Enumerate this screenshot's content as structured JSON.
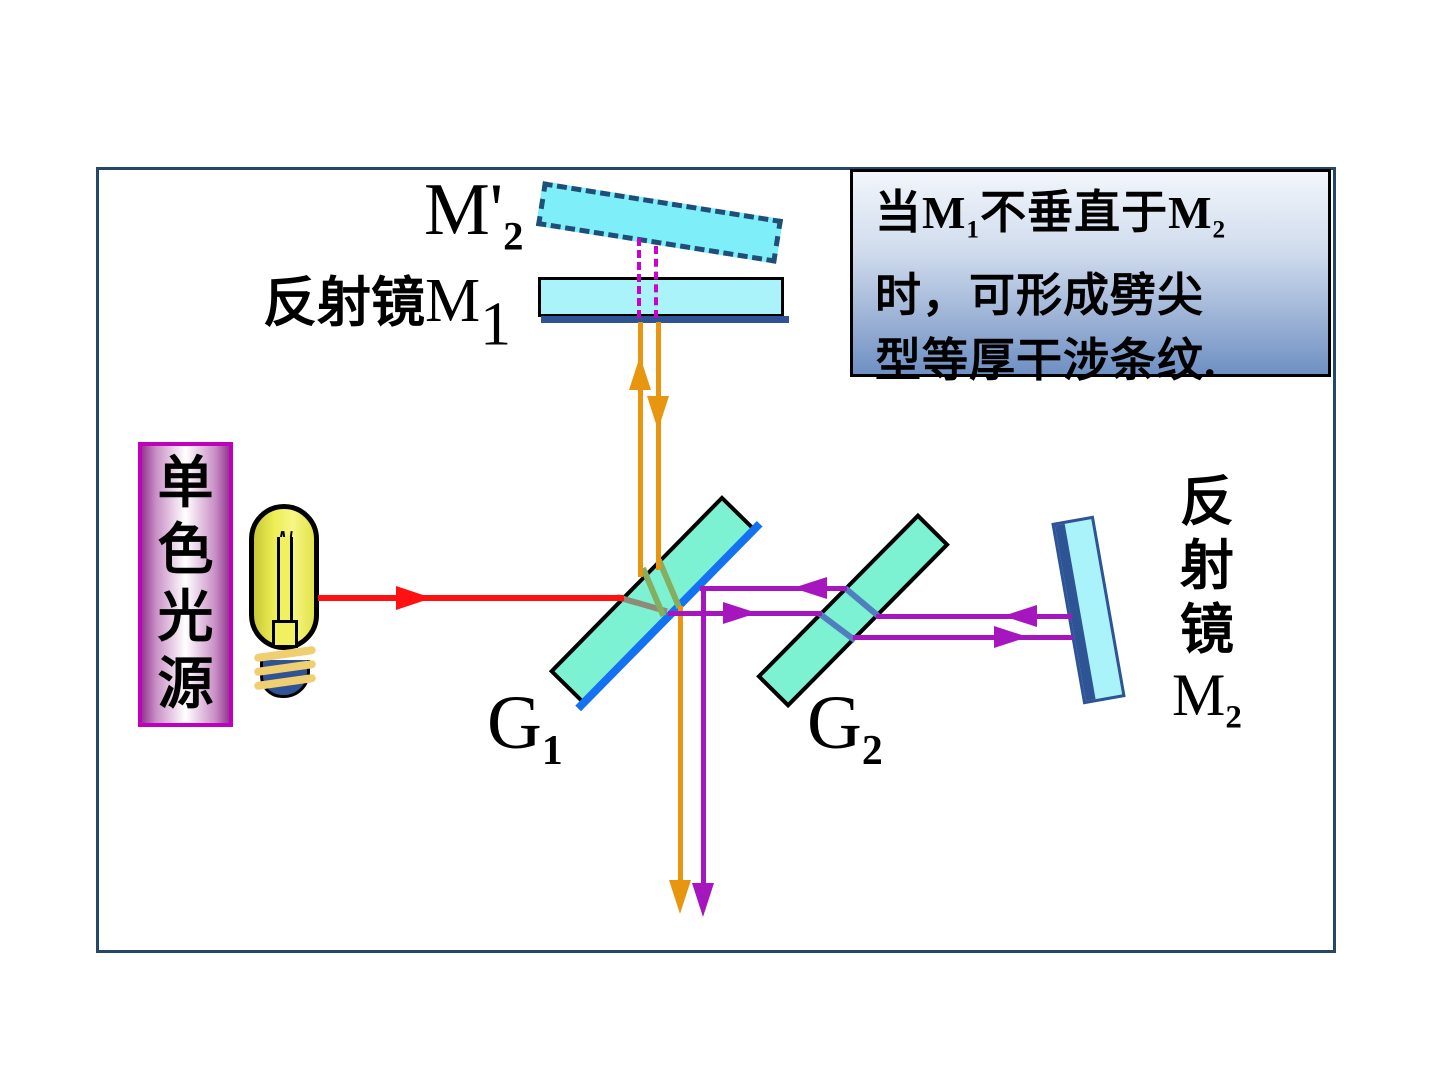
{
  "info_box": {
    "p1": "当M",
    "s1": "1",
    "p2": "不垂直于M",
    "s2": "2",
    "line2": "时，可形成劈尖",
    "line3": "型等厚干涉条纹."
  },
  "labels": {
    "virtual_main": "M'",
    "virtual_sub": "2",
    "m1_prefix": "反射镜",
    "m1_main": "M",
    "m1_sub": "1",
    "g1_main": "G",
    "g1_sub": "1",
    "g2_main": "G",
    "g2_sub": "2",
    "m2_char_0": "反",
    "m2_char_1": "射",
    "m2_char_2": "镜",
    "m2_main": "M",
    "m2_sub": "2",
    "src_char_0": "单",
    "src_char_1": "色",
    "src_char_2": "光",
    "src_char_3": "源"
  },
  "colors": {
    "red": "#ff1111",
    "orange": "#e8960f",
    "purple": "#a516be",
    "magenta_dashed": "#cc00cc",
    "glass": "#7df2d3",
    "coating_blue": "#1472f2",
    "mirror_fill": "#aaf3fa",
    "virtual_fill": "#7eeff8",
    "navy": "#2f5496",
    "dash_border": "#1f4e79",
    "box_border_purple": "#bf00bf",
    "frame": "#24476b",
    "bulb_yellow": "#f0f060",
    "thread_tan": "#efcf6f",
    "steel": "#4f7fbe",
    "olive": "#86ae60",
    "gray_ray": "#8c8c78",
    "infobox_top": "#f2f6fb",
    "infobox_bottom": "#6e90c3"
  }
}
